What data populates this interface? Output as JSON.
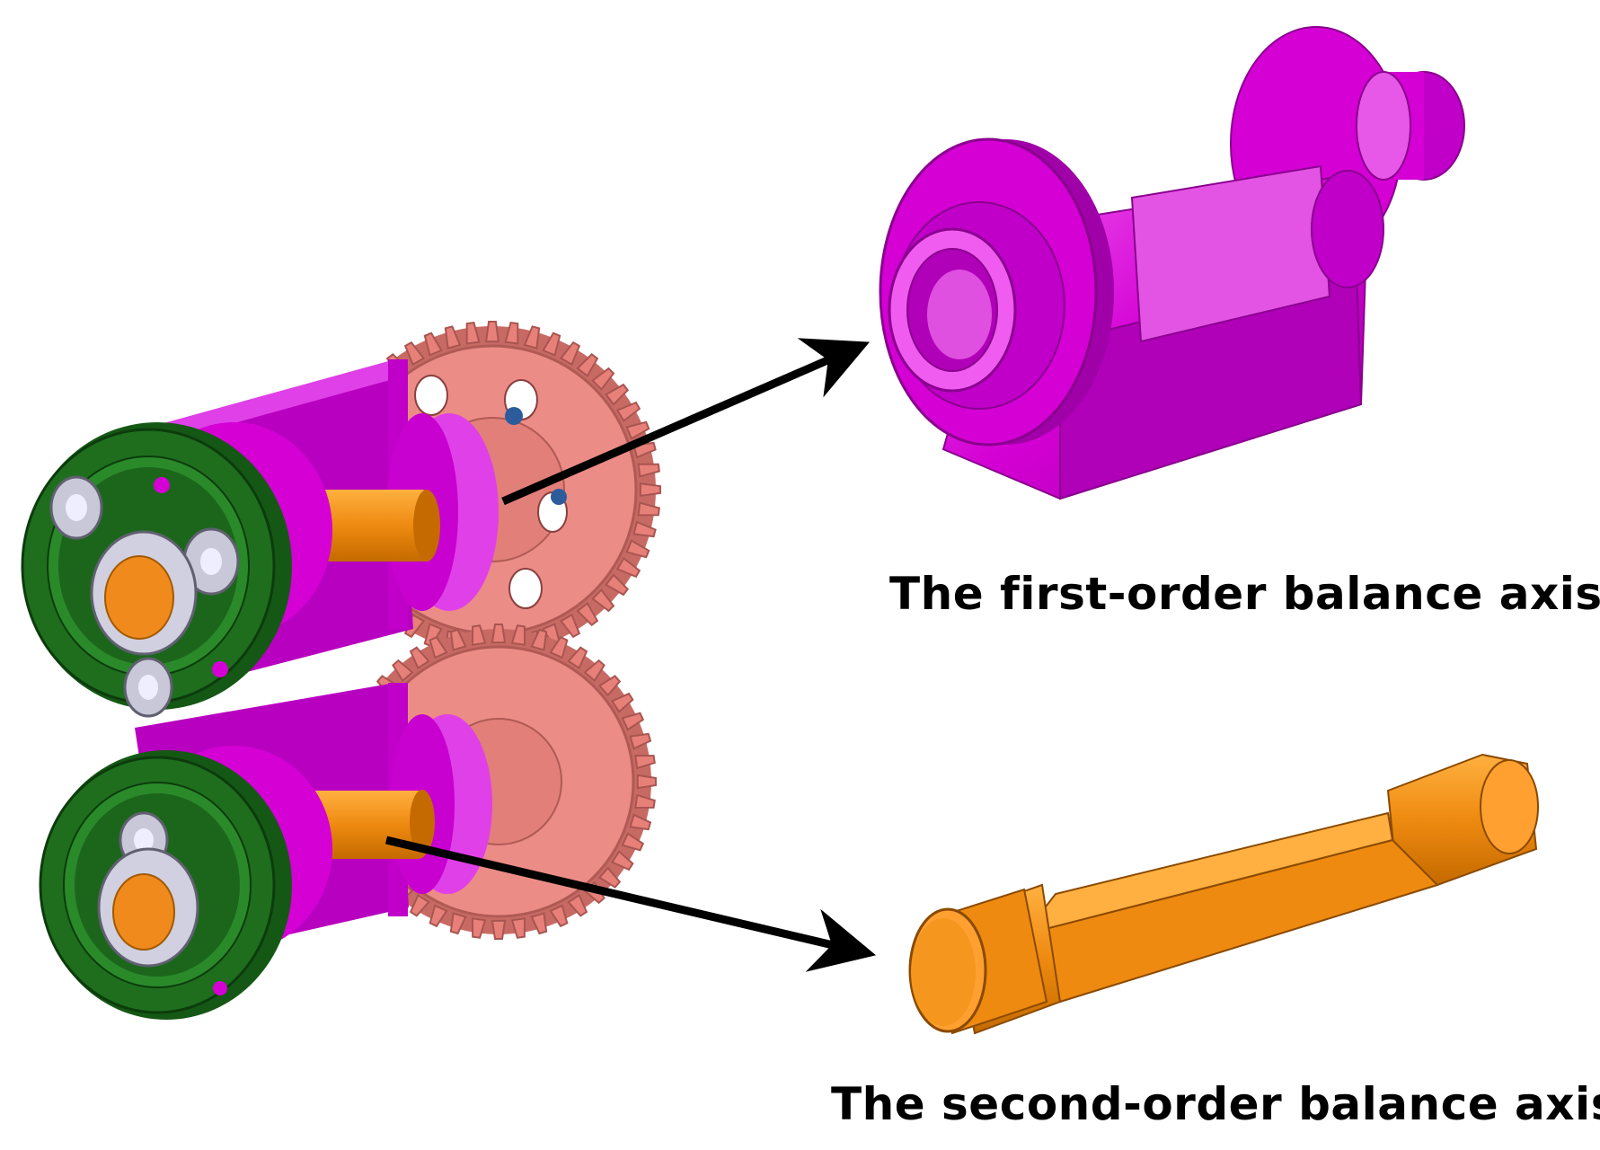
{
  "labels": {
    "first_order": "The first-order balance axis",
    "second_order": "The second-order balance axis"
  },
  "colors": {
    "housing_magenta": "#d400d4",
    "housing_magenta_light": "#f05cf0",
    "housing_magenta_dark": "#a000a8",
    "planetary_ring_green": "#1e6e1e",
    "planet_gear_silver": "#c8c8d8",
    "sun_core_orange": "#f08a1c",
    "spur_gear_salmon": "#e8807a",
    "second_order_shaft_orange": "#ee8a10",
    "arrow_black": "#000000"
  },
  "parts": [
    {
      "id": "assembly",
      "label": "",
      "icon": "balance-shaft-assembly"
    },
    {
      "id": "first-order",
      "label": "",
      "icon": "first-order-balance-shaft"
    },
    {
      "id": "second-order",
      "label": "",
      "icon": "second-order-balance-shaft"
    }
  ]
}
